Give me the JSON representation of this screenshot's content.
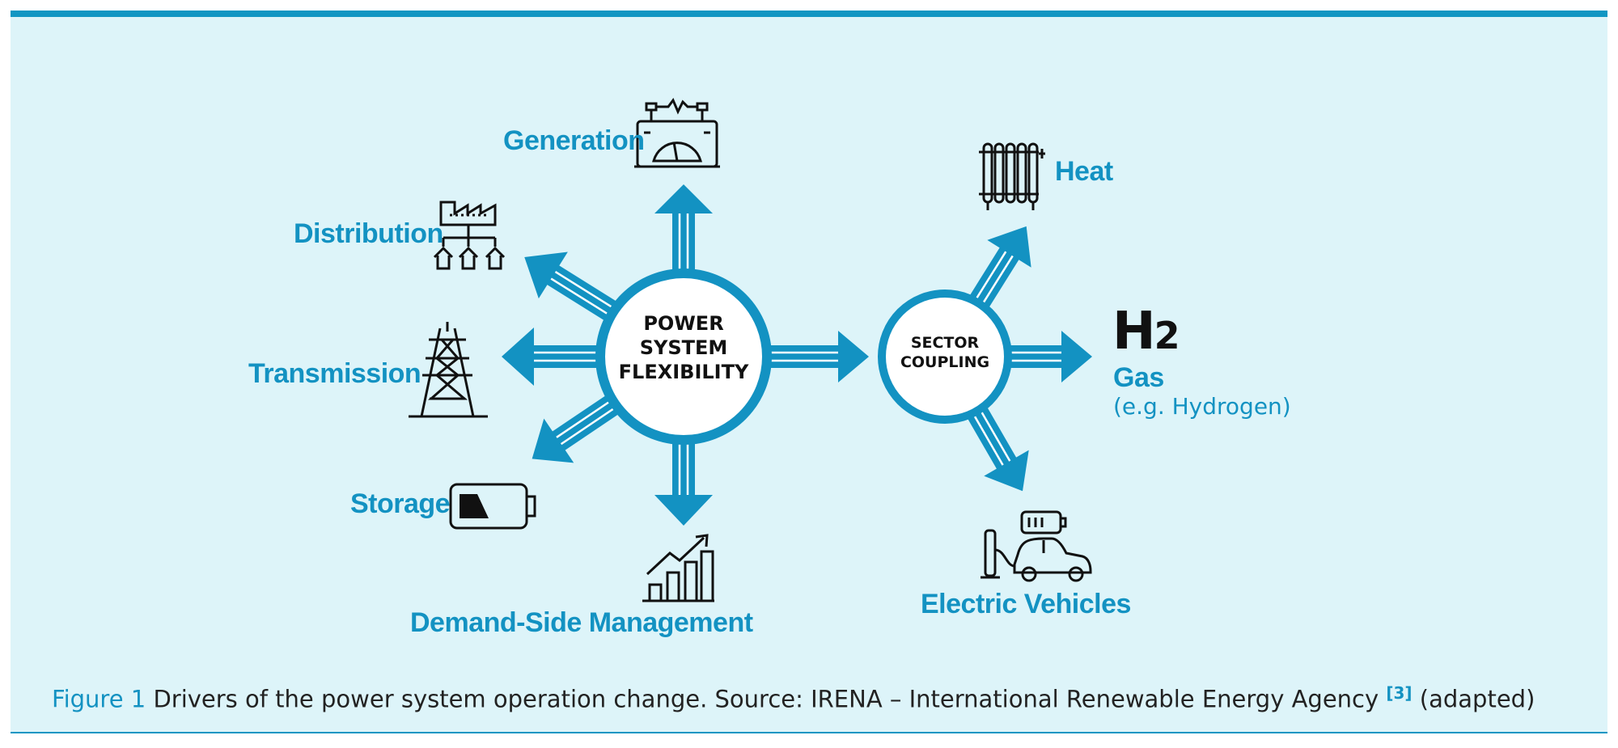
{
  "hub_primary": {
    "lines": [
      "POWER",
      "SYSTEM",
      "FLEXIBILITY"
    ]
  },
  "hub_secondary": {
    "lines": [
      "SECTOR",
      "COUPLING"
    ]
  },
  "left_items": {
    "generation": "Generation",
    "distribution": "Distribution",
    "transmission": "Transmission",
    "storage": "Storage",
    "demand": "Demand-Side Management"
  },
  "right_items": {
    "heat": "Heat",
    "h2_symbol": "H",
    "h2_subscript": "2",
    "gas": "Gas",
    "gas_note": "(e.g. Hydrogen)",
    "ev": "Electric Vehicles"
  },
  "icons": [
    "generator-icon",
    "factory-network-icon",
    "pylon-icon",
    "battery-icon",
    "chart-growth-icon",
    "radiator-icon",
    "ev-charging-icon"
  ],
  "colors": {
    "accent": "#1392c2",
    "panel": "#ddf4f9",
    "ink": "#111111"
  },
  "caption": {
    "figure": "Figure 1",
    "text": "Drivers of the power system operation change. Source: IRENA – International Renewable Energy Agency",
    "ref": "[3]",
    "suffix": "(adapted)"
  }
}
